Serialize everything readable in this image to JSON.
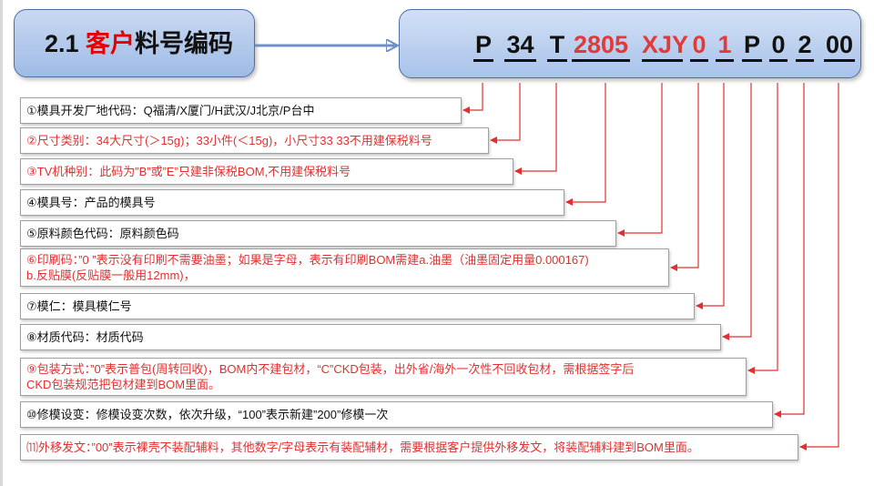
{
  "title": {
    "number": "2.1 ",
    "highlight": "客户",
    "rest": "料号编码"
  },
  "code": {
    "segments": [
      {
        "text": "P",
        "color": "black"
      },
      {
        "text": "34",
        "color": "black"
      },
      {
        "text": "T",
        "color": "black"
      },
      {
        "text": "2805",
        "color": "red"
      },
      {
        "text": "XJY",
        "color": "red"
      },
      {
        "text": "0",
        "color": "red"
      },
      {
        "text": "1",
        "color": "red"
      },
      {
        "text": "P",
        "color": "black"
      },
      {
        "text": "0",
        "color": "black"
      },
      {
        "text": "2",
        "color": "black"
      },
      {
        "text": "00",
        "color": "black"
      }
    ]
  },
  "rows": [
    {
      "lines": [
        "①模具开发厂地代码：Q福清/X厦门/H武汉/J北京/P台中"
      ],
      "color": "black"
    },
    {
      "lines": [
        "②尺寸类别：34大尺寸(＞15g)；33小件(＜15g)，小尺寸33 33不用建保税料号"
      ],
      "color": "red"
    },
    {
      "lines": [
        "③TV机种别：此码为”B”或”E”只建非保税BOM,不用建保税料号"
      ],
      "color": "red"
    },
    {
      "lines": [
        "④模具号：产品的模具号"
      ],
      "color": "black"
    },
    {
      "lines": [
        "⑤原料颜色代码：原料颜色码"
      ],
      "color": "black"
    },
    {
      "lines": [
        "⑥印刷码：”0 ”表示没有印刷不需要油墨；如果是字母，表示有印刷BOM需建a.油墨（油墨固定用量0.000167)",
        "  b.反贴膜(反贴膜一般用12mm)，"
      ],
      "color": "red"
    },
    {
      "lines": [
        "⑦模仁：模具模仁号"
      ],
      "color": "black"
    },
    {
      "lines": [
        "⑧材质代码：材质代码"
      ],
      "color": "black"
    },
    {
      "lines": [
        "⑨包装方式：”0”表示普包(周转回收)，BOM内不建包材，“C”CKD包装，出外省/海外一次性不回收包材，需根据签字后",
        "    CKD包装规范把包材建到BOM里面。"
      ],
      "color": "red"
    },
    {
      "lines": [
        "⑩修模设变：修模设变次数，依次升级，“100”表示新建”200”修模一次"
      ],
      "color": "black"
    },
    {
      "lines": [
        "⑾外移发文：”00”表示裸壳不装配辅料，其他数字/字母表示有装配辅材，需要根据客户提供外移发文，将装配辅料建到BOM里面。"
      ],
      "color": "red"
    }
  ],
  "colors": {
    "red": "#e03030",
    "black": "#111111",
    "box_blue": "#a9c3ea",
    "border_blue": "#4f6fa6"
  }
}
